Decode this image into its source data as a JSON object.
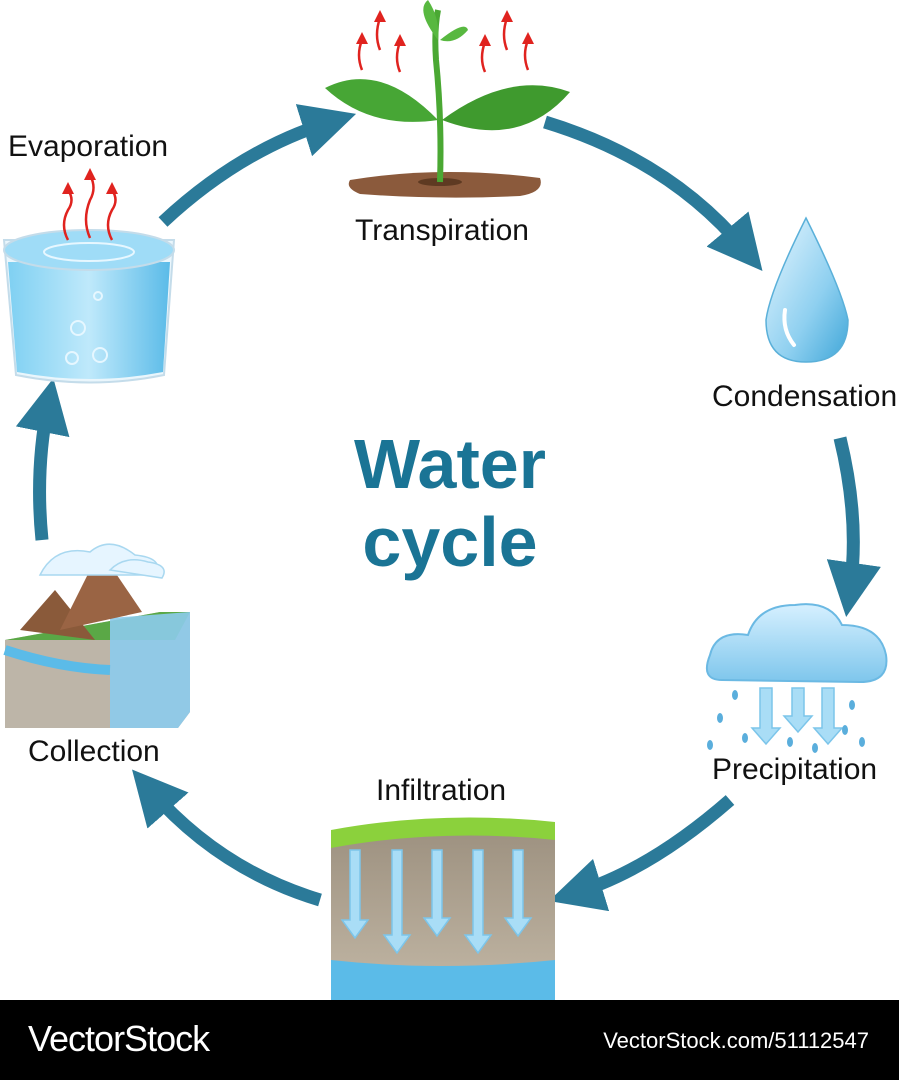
{
  "title": {
    "line1": "Water",
    "line2": "cycle"
  },
  "stages": {
    "evaporation": "Evaporation",
    "transpiration": "Transpiration",
    "condensation": "Condensation",
    "precipitation": "Precipitation",
    "infiltration": "Infiltration",
    "collection": "Collection"
  },
  "footer": {
    "brand": "VectorStock",
    "url": "VectorStock.com/51112547"
  },
  "colors": {
    "arrow": "#2b7a99",
    "title": "#1a7495",
    "water": "#5bbbe8",
    "leaf": "#3f9a2e",
    "steam": "#e0231f"
  },
  "icons": [
    "glass-of-water-icon",
    "plant-icon",
    "water-drop-icon",
    "rain-cloud-icon",
    "soil-layers-icon",
    "mountain-landscape-icon",
    "cycle-arrow-icon"
  ]
}
